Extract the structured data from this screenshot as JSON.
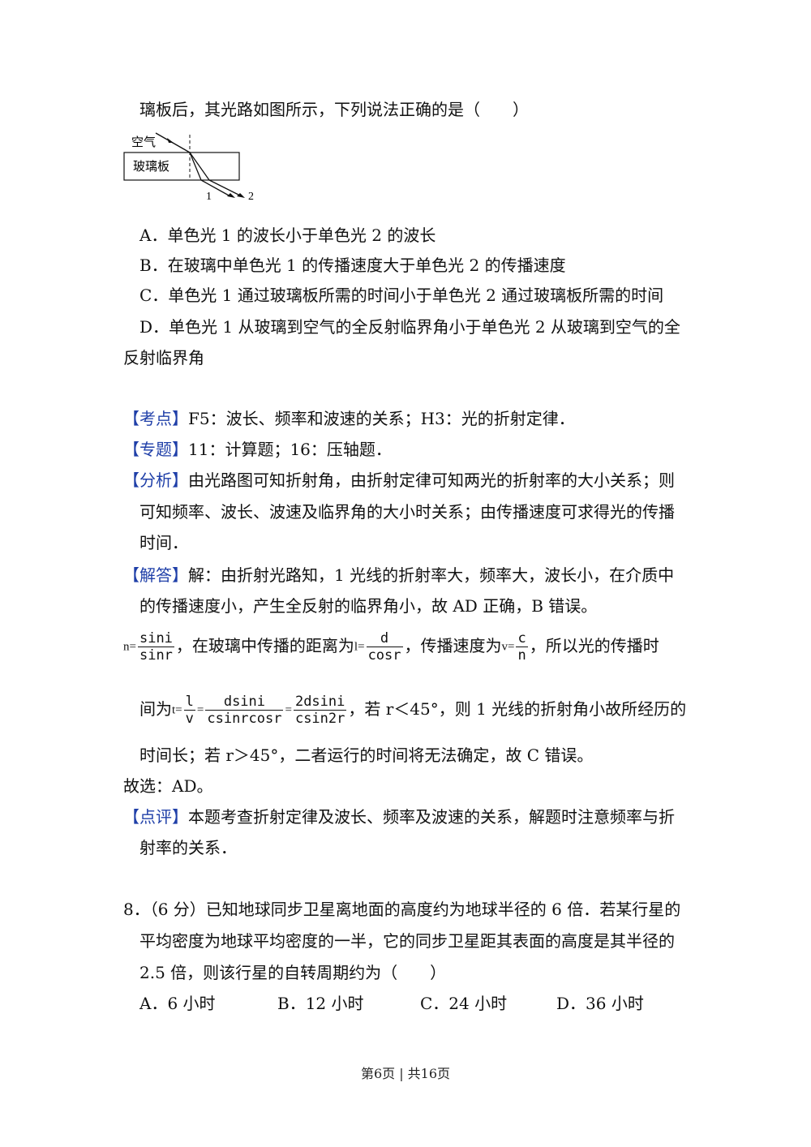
{
  "q7": {
    "stem_tail": "璃板后，其光路如图所示，下列说法正确的是（　　）",
    "figure": {
      "air_label": "空气",
      "glass_label": "玻璃板",
      "ray1": "1",
      "ray2": "2"
    },
    "options": {
      "A": "A．单色光 1 的波长小于单色光 2 的波长",
      "B": "B．在玻璃中单色光 1 的传播速度大于单色光 2 的传播速度",
      "C": "C．单色光 1 通过玻璃板所需的时间小于单色光 2 通过玻璃板所需的时间",
      "D1": "D．单色光 1 从玻璃到空气的全反射临界角小于单色光 2 从玻璃到空气的全",
      "D2": "反射临界角"
    },
    "kaodian": {
      "tag": "【考点】",
      "text": "F5：波长、频率和波速的关系；H3：光的折射定律．"
    },
    "zhuanti": {
      "tag": "【专题】",
      "text": "11：计算题；16：压轴题．"
    },
    "fenxi": {
      "tag": "【分析】",
      "l1": "由光路图可知折射角，由折射定律可知两光的折射率的大小关系；则",
      "l2": "可知频率、波长、波速及临界角的大小时关系；由传播速度可求得光的传播",
      "l3": "时间．"
    },
    "jieda": {
      "tag": "【解答】",
      "l1": "解：由折射光路知，1 光线的折射率大，频率大，波长小，在介质中",
      "l2": "的传播速度小，产生全反射的临界角小，故 AD 正确，B 错误。",
      "f_n": "n=",
      "f_n_num": "sini",
      "f_n_den": "sinr",
      "t1": "，在玻璃中传播的距离为",
      "f_l": "l=",
      "f_l_num": "d",
      "f_l_den": "cosr",
      "t2": "，传播速度为",
      "f_v": "v=",
      "f_v_num": "c",
      "f_v_den": "n",
      "t3": "，所以光的传播时",
      "t4": "间为",
      "f_t": "t=",
      "f_t1_num": "l",
      "f_t1_den": "v",
      "eq1": "=",
      "f_t2_num": "dsini",
      "f_t2_den": "csinrcosr",
      "eq2": "=",
      "f_t3_num": "2dsini",
      "f_t3_den": "csin2r",
      "t5": "，若 r＜45°，则 1 光线的折射角小故所经历的",
      "l4": "时间长；若 r＞45°，二者运行的时间将无法确定，故 C 错误。"
    },
    "guxuan": "故选：AD。",
    "dianping": {
      "tag": "【点评】",
      "l1": "本题考查折射定律及波长、频率及波速的关系，解题时注意频率与折",
      "l2": "射率的关系．"
    }
  },
  "q8": {
    "l1": "8．（6 分）已知地球同步卫星离地面的高度约为地球半径的 6 倍．若某行星的",
    "l2": "平均密度为地球平均密度的一半，它的同步卫星距其表面的高度是其半径的",
    "l3": "2.5 倍，则该行星的自转周期约为（　　）",
    "options": [
      "A．6 小时",
      "B．12 小时",
      "C．24 小时",
      "D．36 小时"
    ]
  },
  "footer": "第6页 | 共16页"
}
